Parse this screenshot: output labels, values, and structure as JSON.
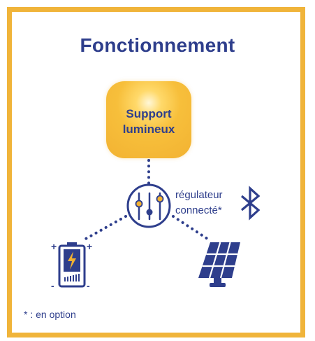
{
  "title": "Fonctionnement",
  "support": {
    "line1": "Support",
    "line2": "lumineux"
  },
  "regulator": {
    "line1": "régulateur",
    "line2": "connecté*"
  },
  "battery": {
    "plus": "+",
    "minus": "-"
  },
  "footnote": "* : en option",
  "colors": {
    "frame": "#f0b43a",
    "navy": "#2e3e8c",
    "accent": "#f2b232"
  },
  "icons": [
    "sun-glow-icon",
    "equalizer-icon",
    "bluetooth-icon",
    "battery-icon",
    "solar-panel-icon"
  ]
}
